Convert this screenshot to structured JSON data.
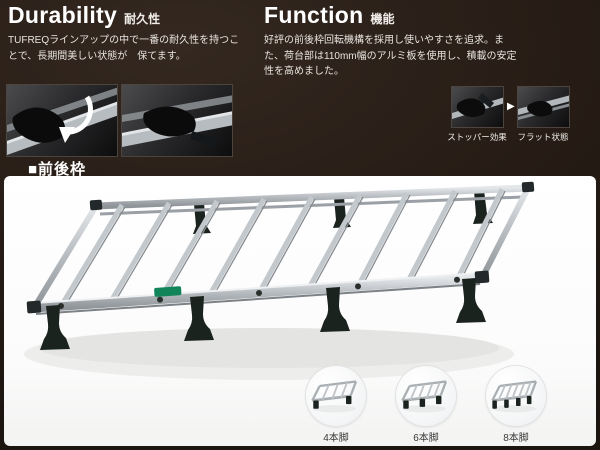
{
  "colors": {
    "background": "#261c15",
    "panel": "#ffffff",
    "accent_green": "#12845a",
    "aluminum": "#c6cbd0",
    "leg_dark": "#1b231f"
  },
  "sections": {
    "durability": {
      "title": "Durability",
      "tag": "耐久性",
      "body": "TUFREQラインアップの中で一番の耐久性を持つことで、長期間美しい状態が　保てます。"
    },
    "function": {
      "title": "Function",
      "tag": "機能",
      "body": "好評の前後枠回転機構を採用し使いやすさを追求。また、荷台部は110mm幅のアルミ板を使用し、積載の安定性を高めました。"
    }
  },
  "mechanism": {
    "before_label": "ストッパー効果",
    "after_label": "フラット状態",
    "arrow": "▶"
  },
  "frame_section_label": "■前後枠",
  "variants": [
    {
      "label": "4本脚"
    },
    {
      "label": "6本脚"
    },
    {
      "label": "8本脚"
    }
  ]
}
